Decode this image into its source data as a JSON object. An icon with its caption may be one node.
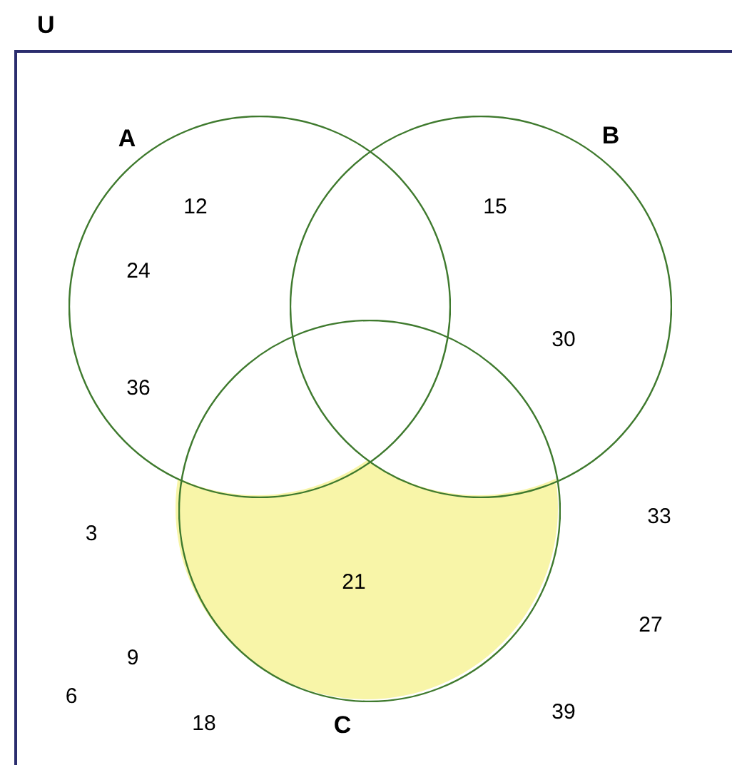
{
  "diagram": {
    "nodes": [
      {
        "text": [
          "U"
        ]
      },
      {
        "text": [
          "A"
        ],
        "in": 0
      },
      {
        "text": [
          "B"
        ],
        "in": 0
      },
      {
        "text": [
          "C"
        ],
        "in": 0
      }
    ],
    "labels": [
      "12",
      "15",
      "24",
      "30",
      "36",
      "33",
      "3",
      "21",
      "27",
      "9",
      "6",
      "39",
      "18"
    ]
  }
}
